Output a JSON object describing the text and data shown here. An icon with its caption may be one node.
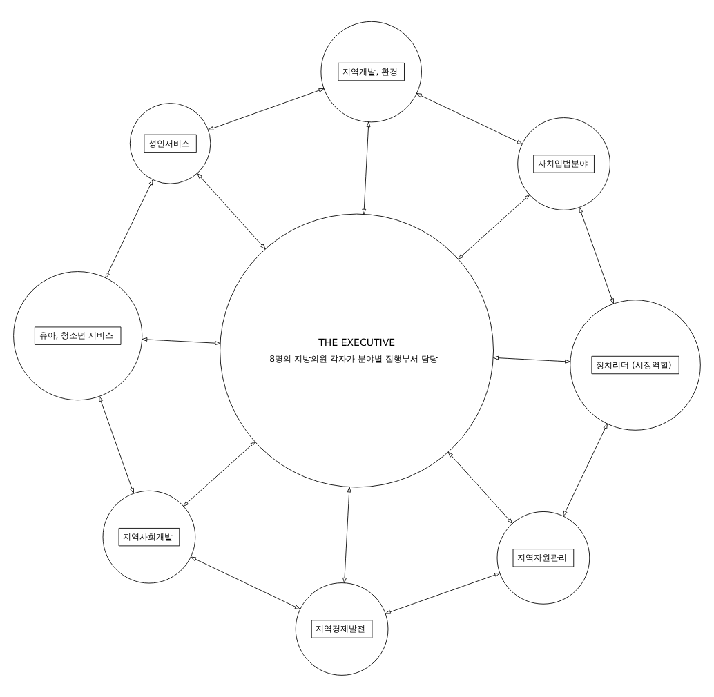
{
  "diagram": {
    "nodes": [
      {
        "text": [
          "THE EXECUTIVE",
          "8명의 지방의원 각자가 분야별 집행부서 담당"
        ]
      },
      {
        "text": [
          "정치리더 (시장역할)"
        ]
      },
      {
        "text": [
          "자치입법분야"
        ]
      },
      {
        "text": [
          "지역개발, 환경"
        ]
      },
      {
        "text": [
          "성인서비스"
        ]
      },
      {
        "text": [
          "유아, 청소년 서비스"
        ]
      },
      {
        "text": [
          "지역사회개발"
        ]
      },
      {
        "text": [
          "지역경제발전"
        ]
      },
      {
        "text": [
          "지역자원관리"
        ]
      }
    ],
    "edges": [
      {
        "from": 1,
        "to": 2,
        "arrow": "both"
      },
      {
        "from": 2,
        "to": 3,
        "arrow": "both"
      },
      {
        "from": 3,
        "to": 4,
        "arrow": "both"
      },
      {
        "from": 4,
        "to": 5,
        "arrow": "both"
      },
      {
        "from": 5,
        "to": 6,
        "arrow": "both"
      },
      {
        "from": 6,
        "to": 7,
        "arrow": "both"
      },
      {
        "from": 7,
        "to": 8,
        "arrow": "both"
      },
      {
        "from": 8,
        "to": 1,
        "arrow": "both"
      },
      {
        "from": 0,
        "to": 1,
        "arrow": "both"
      },
      {
        "from": 0,
        "to": 2,
        "arrow": "both"
      },
      {
        "from": 0,
        "to": 3,
        "arrow": "both"
      },
      {
        "from": 0,
        "to": 4,
        "arrow": "both"
      },
      {
        "from": 0,
        "to": 5,
        "arrow": "both"
      },
      {
        "from": 0,
        "to": 6,
        "arrow": "both"
      },
      {
        "from": 0,
        "to": 7,
        "arrow": "both"
      },
      {
        "from": 0,
        "to": 8,
        "arrow": "both"
      }
    ]
  }
}
